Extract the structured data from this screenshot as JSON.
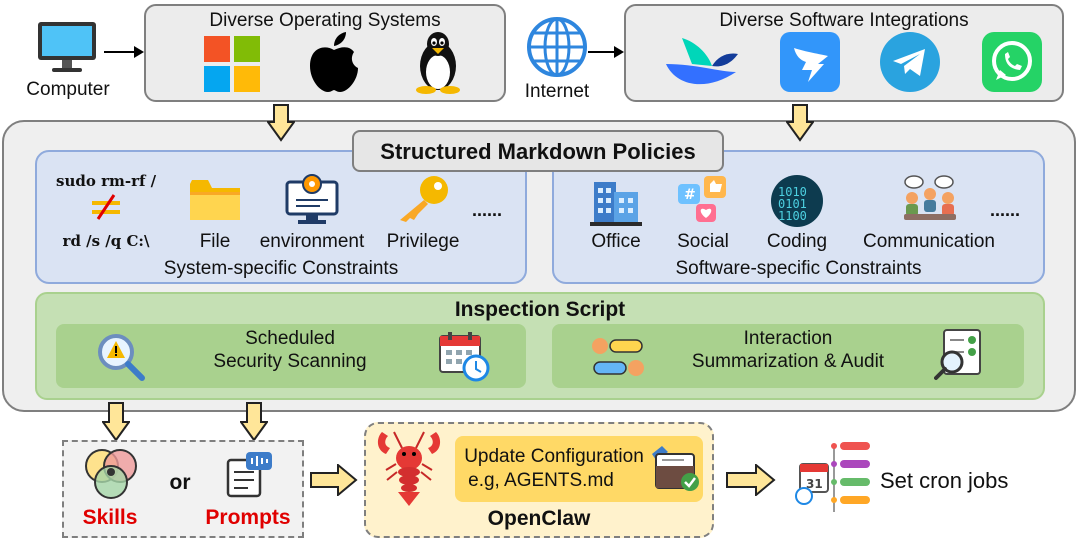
{
  "computer": {
    "label": "Computer"
  },
  "os_panel": {
    "title": "Diverse Operating Systems"
  },
  "internet": {
    "label": "Internet"
  },
  "software_panel": {
    "title": "Diverse Software Integrations"
  },
  "policies": {
    "title": "Structured Markdown Policies"
  },
  "system_constraints": {
    "caption": "System-specific Constraints",
    "command_1": "sudo rm-rf /",
    "command_2": "rd /s /q C:\\",
    "items": [
      "File",
      "environment",
      "Privilege"
    ],
    "ellipsis": "......"
  },
  "software_constraints": {
    "caption": "Software-specific Constraints",
    "items": [
      "Office",
      "Social",
      "Coding",
      "Communication"
    ],
    "ellipsis": "......"
  },
  "inspection": {
    "title": "Inspection Script",
    "scheduled_1": "Scheduled",
    "scheduled_2": "Security Scanning",
    "interaction_1": "Interaction",
    "interaction_2": "Summarization & Audit"
  },
  "bottom": {
    "skills": "Skills",
    "or": "or",
    "prompts": "Prompts",
    "update_1": "Update Configuration",
    "update_2": "e.g, AGENTS.md",
    "openclaw": "OpenClaw",
    "cron": "Set cron jobs"
  },
  "colors": {
    "red_label": "#e00000",
    "arrow_fill": "#ffe699",
    "blue_panel": "#dae3f3",
    "green_panel": "#c5e0b4",
    "yellow_panel": "#fff2cc"
  }
}
